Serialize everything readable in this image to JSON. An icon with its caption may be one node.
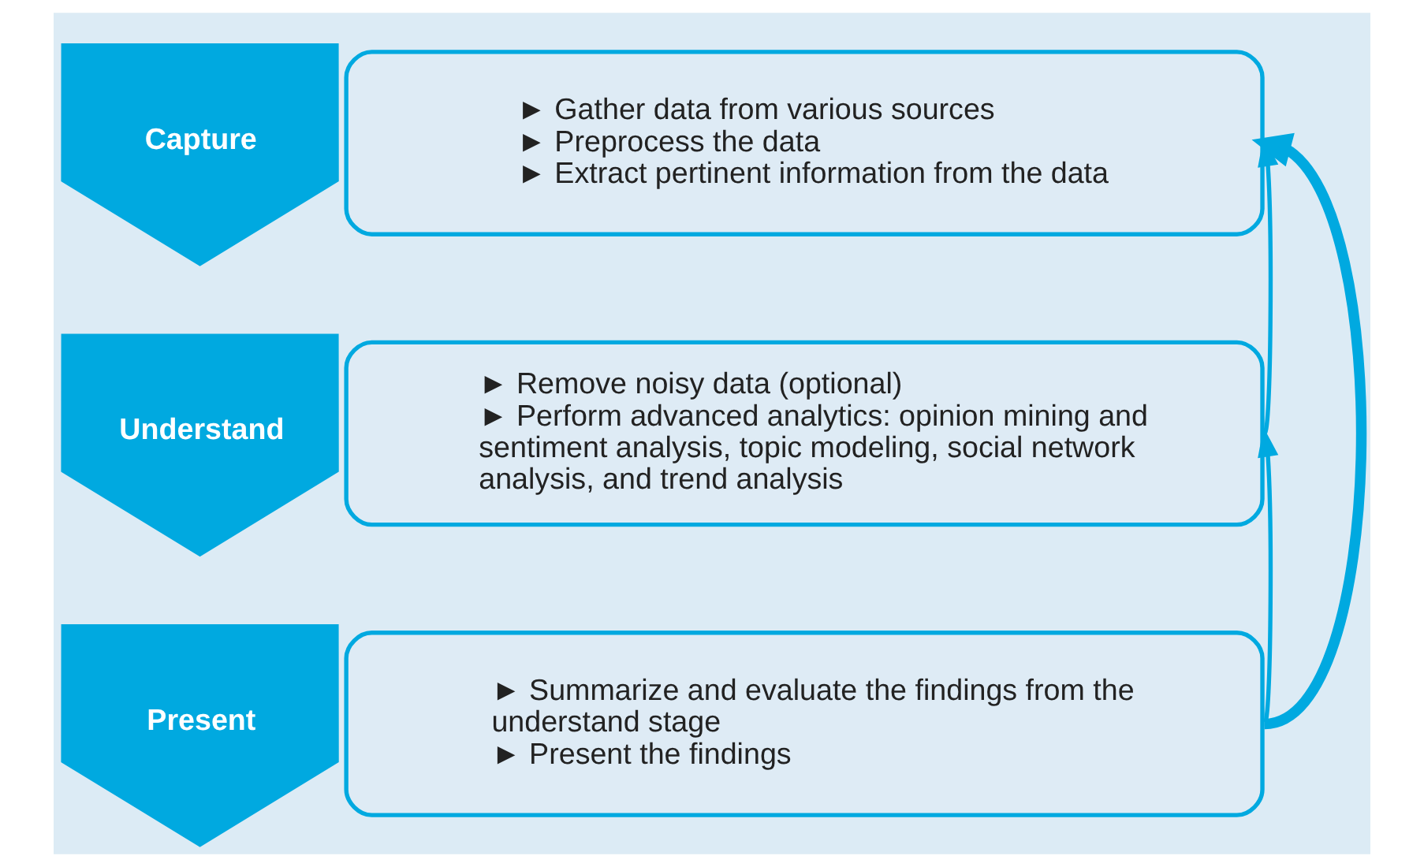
{
  "diagram": {
    "nodes": [
      {
        "text": [
          "Capture"
        ]
      },
      {
        "text": [
          "► Gather data from various sources",
          "► Preprocess the data",
          "► Extract pertinent information from the data"
        ]
      },
      {
        "text": [
          "Understand"
        ]
      },
      {
        "text": [
          "► Remove noisy data (optional)",
          "► Perform advanced analytics: opinion mining and sentiment analysis, topic modeling, social network analysis, and trend analysis"
        ]
      },
      {
        "text": [
          "Present"
        ]
      },
      {
        "text": [
          "► Summarize and evaluate the findings from the understand stage",
          "► Present the findings"
        ]
      }
    ],
    "edges": [
      {
        "from": 3,
        "to": 1,
        "arrow": "to"
      },
      {
        "from": 5,
        "to": 3,
        "arrow": "to"
      },
      {
        "from": 5,
        "to": 1,
        "arrow": "to",
        "style": "thick"
      }
    ]
  }
}
